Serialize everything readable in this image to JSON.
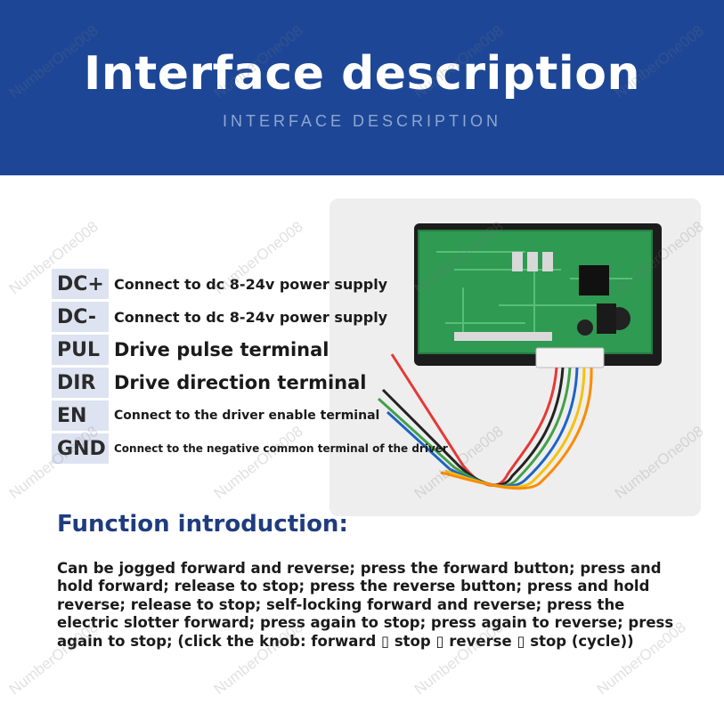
{
  "header": {
    "title": "Interface description",
    "subtitle": "INTERFACE DESCRIPTION"
  },
  "terminals": [
    {
      "tag": "DC+",
      "desc": "Connect to dc 8-24v power supply"
    },
    {
      "tag": "DC-",
      "desc": "Connect to dc 8-24v power supply"
    },
    {
      "tag": "PUL",
      "desc": "Drive pulse terminal"
    },
    {
      "tag": "DIR",
      "desc": "Drive direction terminal"
    },
    {
      "tag": "EN",
      "desc": "Connect to the driver enable terminal"
    },
    {
      "tag": "GND",
      "desc": "Connect to the negative common terminal of the driver"
    }
  ],
  "function": {
    "title": "Function introduction:",
    "text": "Can be jogged forward and reverse; press the forward button; press and hold forward; release to stop; press the reverse button; press and hold reverse; release to stop; self-locking forward and reverse; press the electric slotter forward; press again to stop; press again to reverse; press again to stop; (click the knob: forward ▯ stop ▯ reverse ▯ stop (cycle))"
  },
  "watermark": "NumberOne008",
  "colors": {
    "banner": "#1d4796",
    "tag_background": "#dde3f1",
    "function_title": "#1f3c7e"
  }
}
